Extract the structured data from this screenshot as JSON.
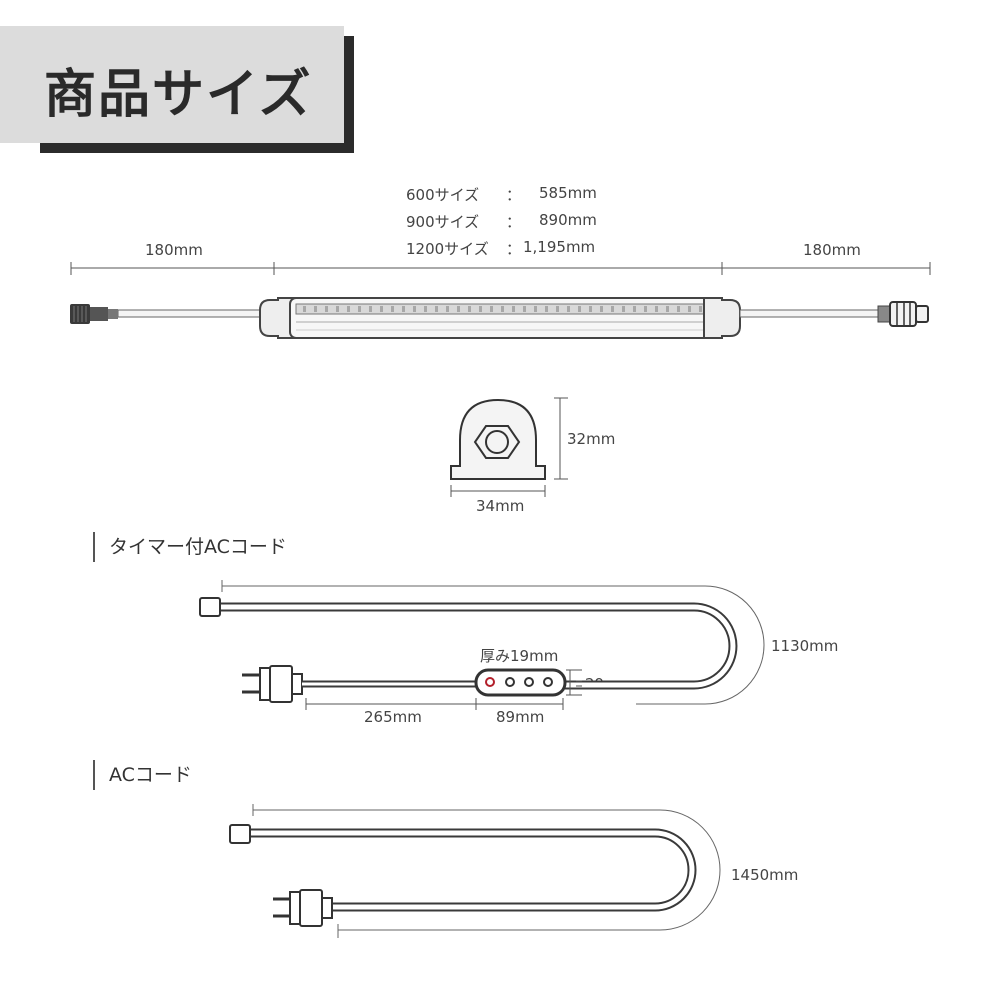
{
  "header": {
    "title": "商品サイズ"
  },
  "specs": [
    {
      "size": "600サイズ",
      "sep": "：",
      "length": "585mm"
    },
    {
      "size": "900サイズ",
      "sep": "：",
      "length": "890mm"
    },
    {
      "size": "1200サイズ",
      "sep": "：",
      "length": "1,195mm"
    }
  ],
  "bar": {
    "left_cable": "180mm",
    "right_cable": "180mm"
  },
  "cross_section": {
    "height": "32mm",
    "width": "34mm"
  },
  "timer_cord": {
    "title": "タイマー付ACコード",
    "total": "1130mm",
    "thickness": "厚み19mm",
    "box_height": "29mm",
    "plug_to_box": "265mm",
    "box_length": "89mm",
    "colors": {
      "red_button": "#b21f2a"
    }
  },
  "ac_cord": {
    "title": "ACコード",
    "total": "1450mm"
  }
}
